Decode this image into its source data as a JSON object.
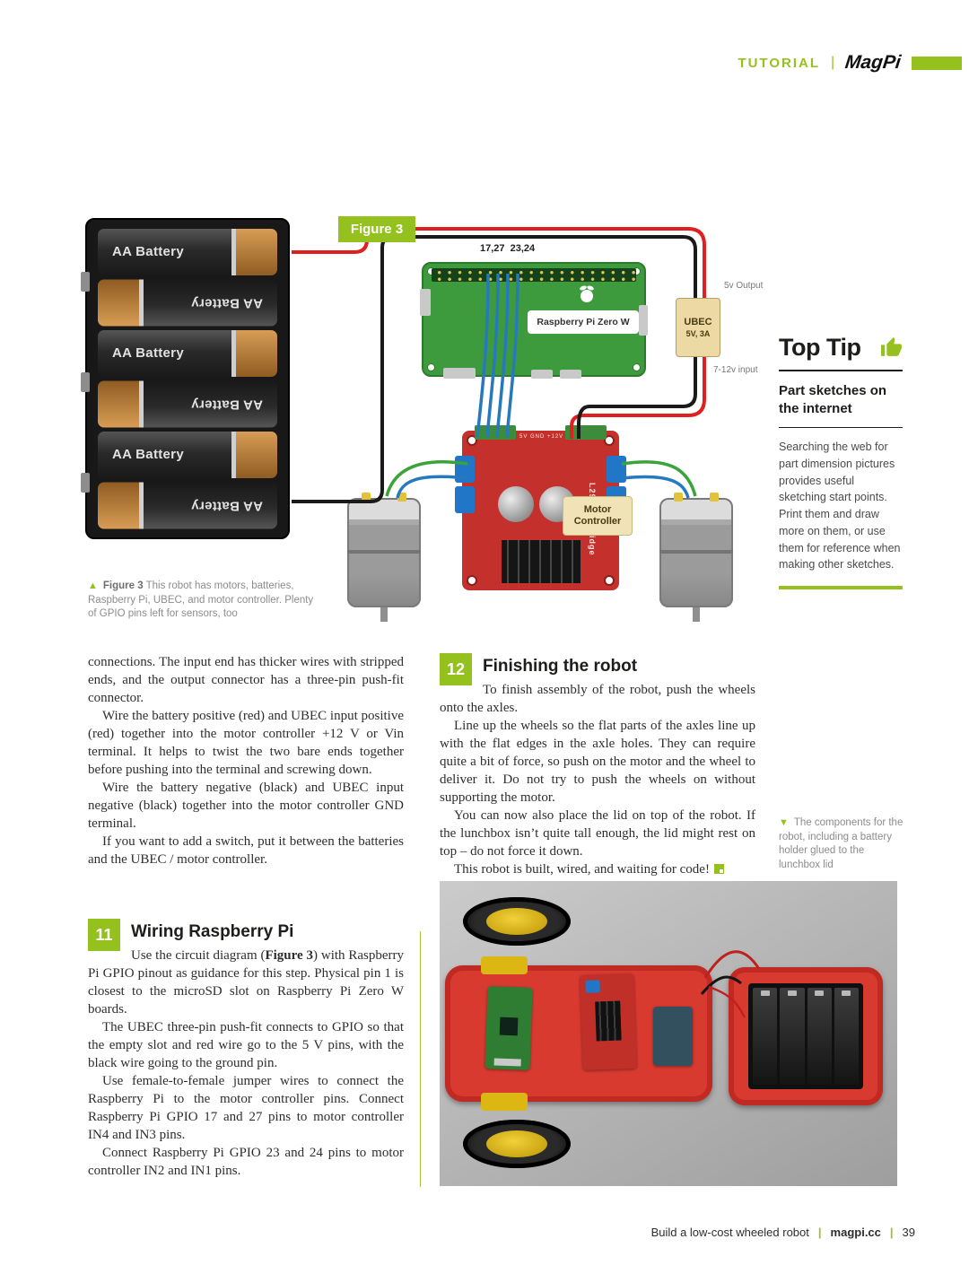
{
  "colors": {
    "accent_green": "#95c11f"
  },
  "header": {
    "section_label": "TUTORIAL",
    "divider": "|",
    "logo_text": "MagPi"
  },
  "diagram": {
    "figure_label": "Figure 3",
    "battery_text": "AA Battery",
    "gpio_pins_label": "17,27  23,24",
    "pi_board_label": "Raspberry Pi Zero W",
    "ubec_line1": "UBEC",
    "ubec_line2": "5V, 3A",
    "output_label": "5v Output",
    "input_label": "7-12v input",
    "motor_ctrl_line1": "Motor",
    "motor_ctrl_line2": "Controller",
    "hbridge_label": "L298N  H-Bridge",
    "pin_labels": "5V GND +12V"
  },
  "figure_caption": {
    "marker": "▲",
    "bold": "Figure 3",
    "text": " This robot has motors, batteries, Raspberry Pi, UBEC, and motor controller. Plenty of GPIO pins left for sensors, too"
  },
  "top_tip": {
    "title": "Top Tip",
    "subtitle": "Part sketches on the internet",
    "body": "Searching the web for part dimension pictures provides useful sketching start points. Print them and draw more on them, or use them for reference when making other sketches."
  },
  "article": {
    "left_paragraphs": [
      "connections. The input end has thicker wires with stripped ends, and the output connector has a three-pin push-fit connector.",
      "Wire the battery positive (red) and UBEC input positive (red) together into the motor controller +12 V or Vin terminal. It helps to twist the two bare ends together before pushing into the terminal and screwing down.",
      "Wire the battery negative (black) and UBEC input negative (black) together into the motor controller GND terminal.",
      "If you want to add a switch, put it between the batteries and the UBEC / motor controller."
    ],
    "section11": {
      "number": "11",
      "title": "Wiring Raspberry Pi",
      "p1_pre": "Use the circuit diagram (",
      "p1_bold": "Figure 3",
      "p1_post": ") with Raspberry Pi GPIO pinout as guidance for this step. Physical pin 1 is closest to the microSD slot on Raspberry Pi Zero W boards.",
      "p2": "The UBEC three-pin push-fit connects to GPIO so that the empty slot and red wire go to the 5 V pins, with the black wire going to the ground pin.",
      "p3": "Use female-to-female jumper wires to connect the Raspberry Pi to the motor controller pins. Connect Raspberry Pi GPIO 17 and 27 pins to motor controller IN4 and IN3 pins.",
      "p4": "Connect Raspberry Pi GPIO 23 and 24 pins to motor controller IN2 and IN1 pins."
    },
    "section12": {
      "number": "12",
      "title": "Finishing the robot",
      "p1": "To finish assembly of the robot, push the wheels onto the axles.",
      "p2": "Line up the wheels so the flat parts of the axles line up with the flat edges in the axle holes. They can require quite a bit of force, so push on the motor and the wheel to deliver it. Do not try to push the wheels on without supporting the motor.",
      "p3": "You can now also place the lid on top of the robot. If the lunchbox isn’t quite tall enough, the lid might rest on top – do not force it down.",
      "p4": "This robot is built, wired, and waiting for code!"
    }
  },
  "photo_caption": {
    "marker": "▼",
    "text": "The components for the robot, including a battery holder glued to the lunchbox lid"
  },
  "footer": {
    "article_title": "Build a low-cost wheeled robot",
    "divider": "|",
    "site": "magpi.cc",
    "page": "39"
  }
}
